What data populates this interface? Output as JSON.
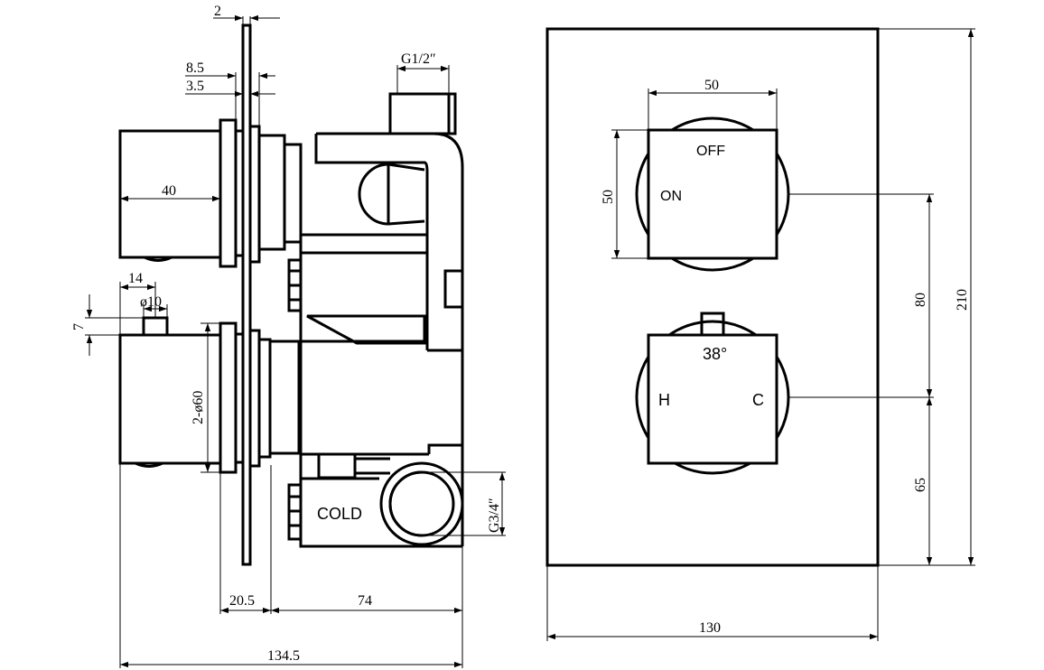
{
  "side_view": {
    "dims": {
      "plate_thickness": "2",
      "offset_a": "8.5",
      "offset_b": "3.5",
      "inlet_thread": "G1/2″",
      "handle_length": "40",
      "pin_length": "14",
      "pin_diameter": "ø10",
      "pin_height": "7",
      "handle_diameter": "2-ø60",
      "outlet_thread": "G3/4″",
      "front_depth": "20.5",
      "body_depth": "74",
      "total_depth": "134.5"
    },
    "labels": {
      "cold": "COLD"
    }
  },
  "front_view": {
    "dims": {
      "handle_width": "50",
      "handle_height": "50",
      "handle_spacing": "80",
      "plate_height": "210",
      "lower_offset": "65",
      "plate_width": "130"
    },
    "labels": {
      "off": "OFF",
      "on": "ON",
      "temp": "38°",
      "hot": "H",
      "cold": "C"
    }
  }
}
